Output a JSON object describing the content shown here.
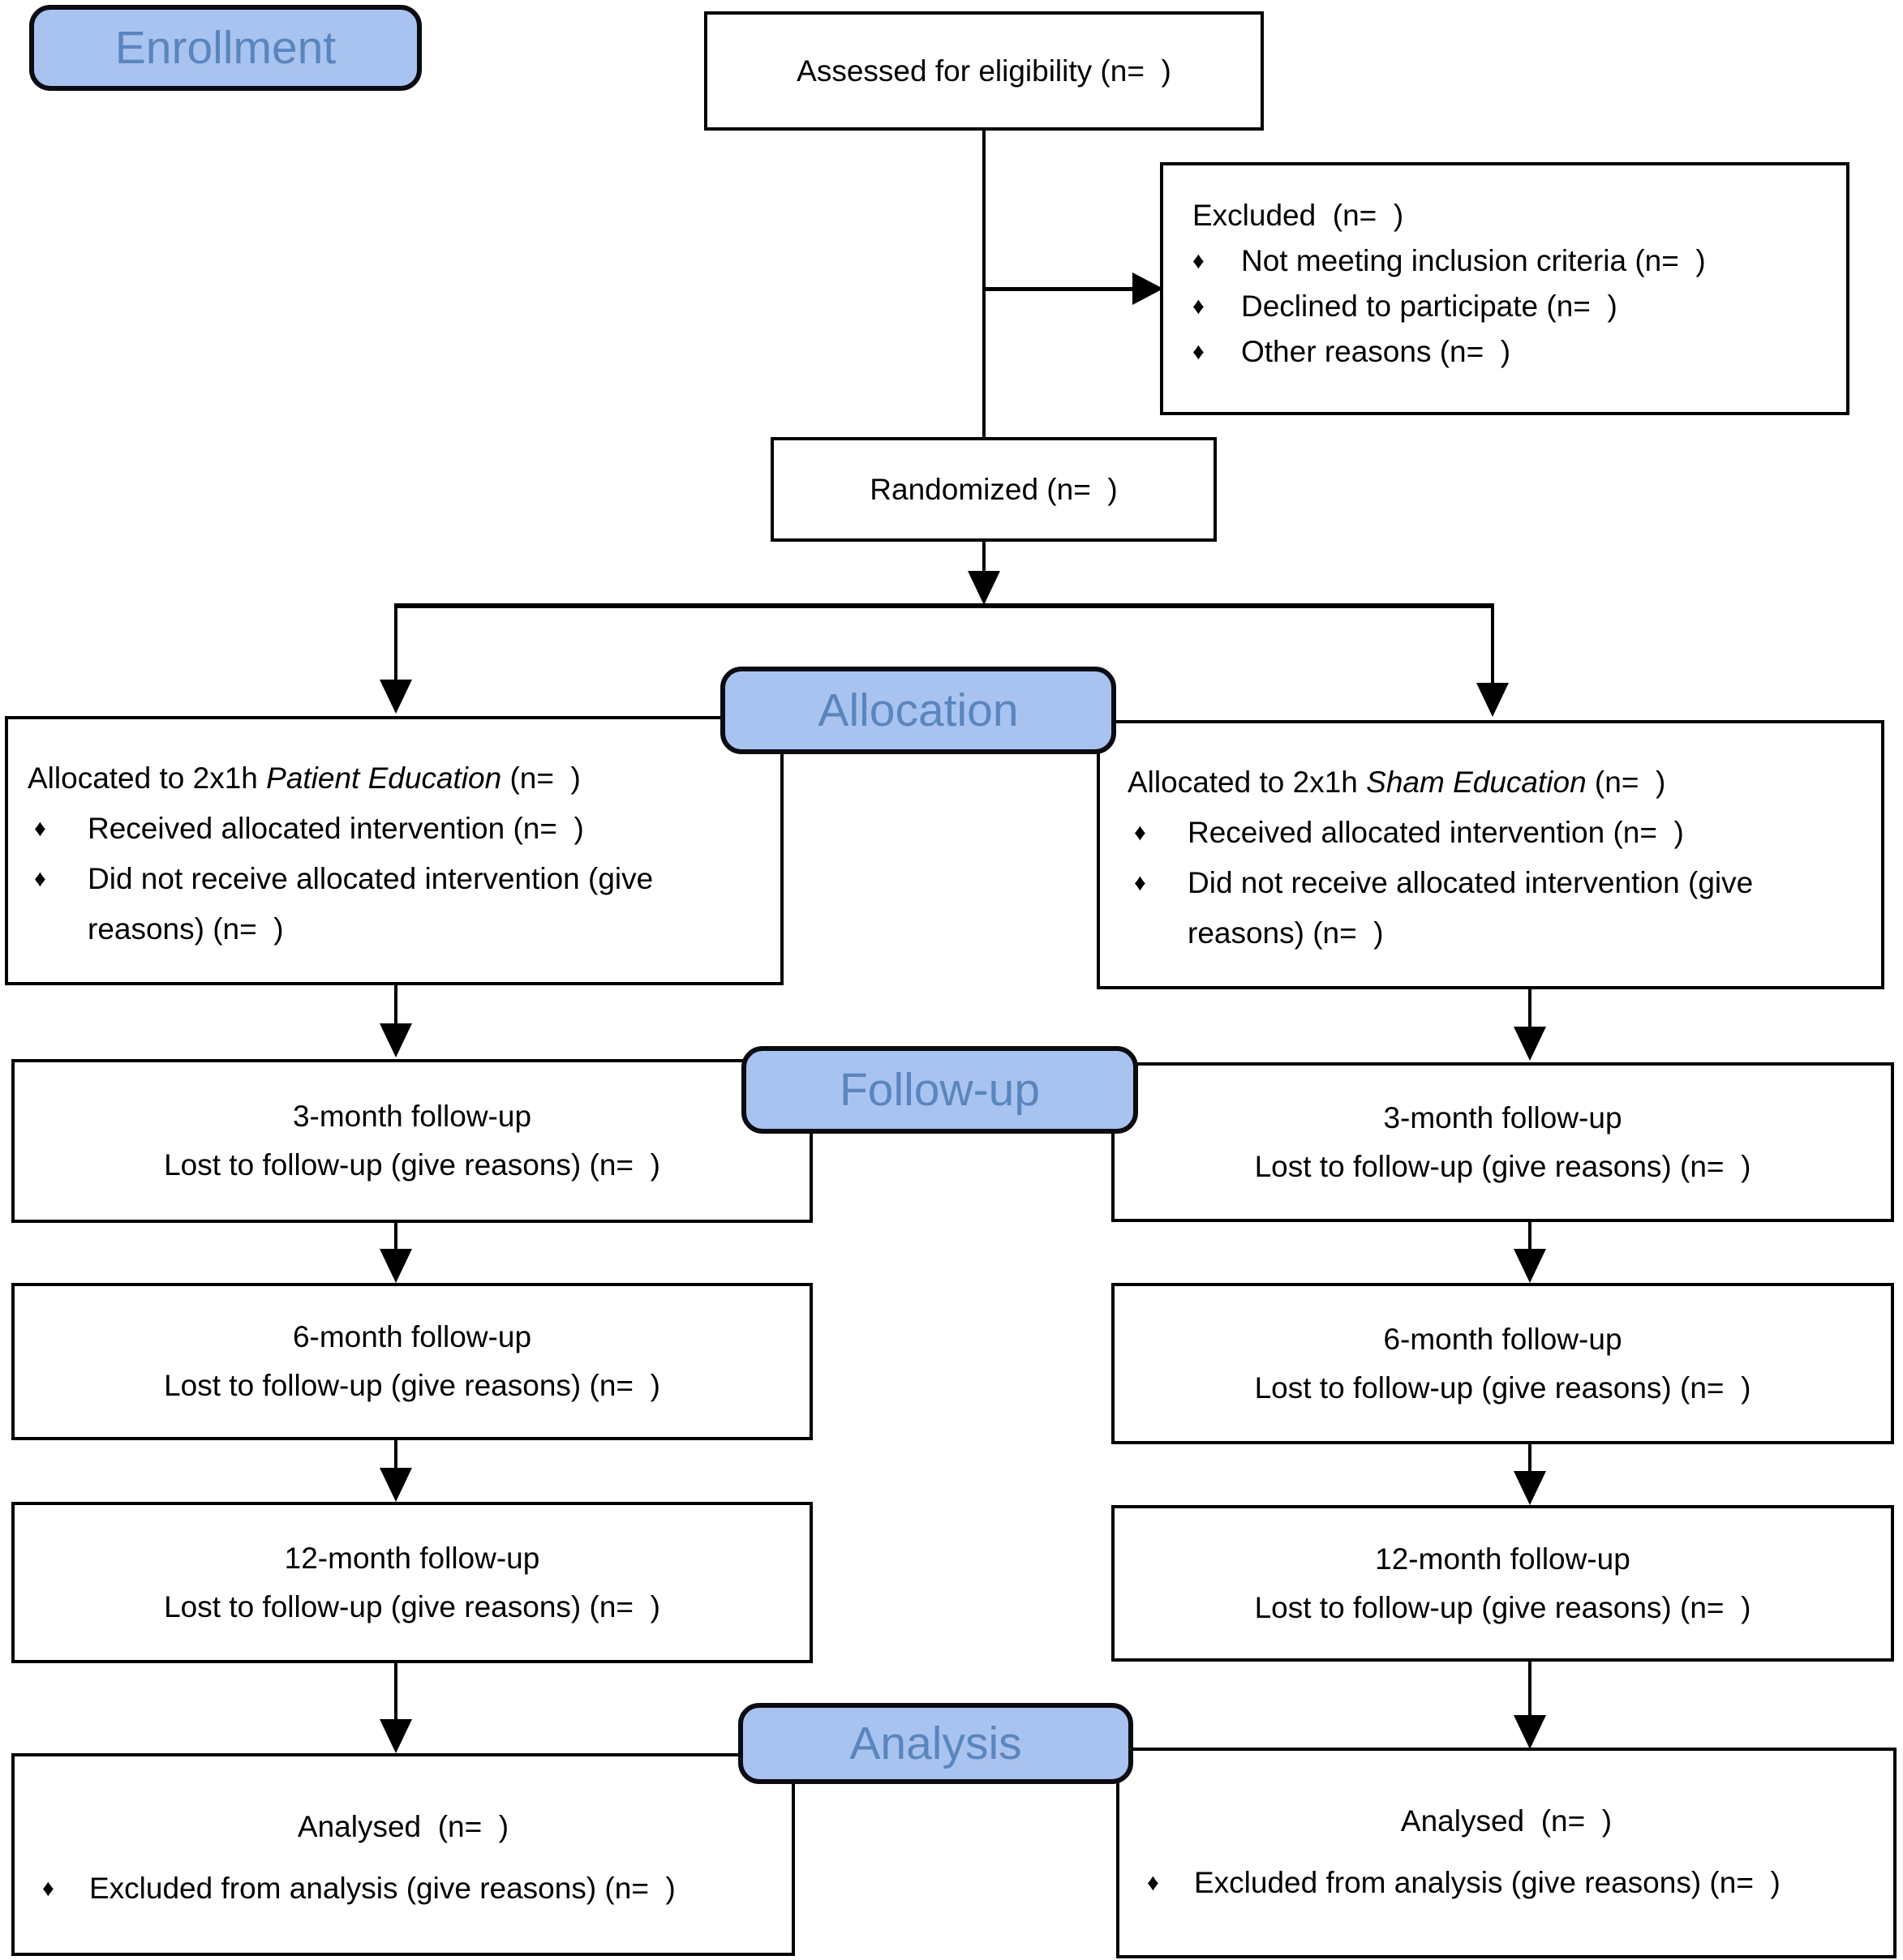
{
  "figure": {
    "kind": "CONSORT participant flow diagram",
    "stages": {
      "enrollment": "Enrollment",
      "allocation": "Allocation",
      "follow_up": "Follow-up",
      "analysis": "Analysis"
    }
  },
  "colors": {
    "stage_fill": "#a9c3f0",
    "stage_text": "#5a85bd",
    "stage_border": "#0b0b12",
    "box_border": "#000000",
    "box_fill": "#ffffff",
    "connector": "#000000"
  },
  "glyphs": {
    "bullet": "♦"
  },
  "boxes": {
    "assessed": {
      "text": "Assessed for eligibility (n=  )"
    },
    "excluded": {
      "title": "Excluded  (n=  )",
      "bullets": [
        "Not meeting inclusion criteria (n=  )",
        "Declined to participate (n=  )",
        "Other reasons (n=  )"
      ]
    },
    "randomized": {
      "text": "Randomized (n=  )"
    },
    "allocation_left": {
      "intro_prefix": "Allocated to 2x1h ",
      "intro_arm": "Patient Education",
      "intro_suffix": " (n=  )",
      "bullets": [
        "Received allocated intervention (n=  )",
        "Did not receive allocated intervention (give reasons) (n=  )"
      ]
    },
    "allocation_right": {
      "intro_prefix": "Allocated to 2x1h ",
      "intro_arm": "Sham Education",
      "intro_suffix": " (n=  )",
      "bullets": [
        "Received allocated intervention (n=  )",
        "Did not receive allocated intervention (give reasons) (n=  )"
      ]
    },
    "followup_left": [
      {
        "line1": "3-month follow-up",
        "line2": "Lost to follow-up (give reasons) (n=  )"
      },
      {
        "line1": "6-month follow-up",
        "line2": "Lost to follow-up (give reasons) (n=  )"
      },
      {
        "line1": "12-month follow-up",
        "line2": "Lost to follow-up (give reasons) (n=  )"
      }
    ],
    "followup_right": [
      {
        "line1": "3-month follow-up",
        "line2": "Lost to follow-up (give reasons) (n=  )"
      },
      {
        "line1": "6-month follow-up",
        "line2": "Lost to follow-up (give reasons) (n=  )"
      },
      {
        "line1": "12-month follow-up",
        "line2": "Lost to follow-up (give reasons) (n=  )"
      }
    ],
    "analysed_left": {
      "title": "Analysed  (n=  )",
      "bullet": "Excluded from analysis (give reasons) (n=  )"
    },
    "analysed_right": {
      "title": "Analysed  (n=  )",
      "bullet": "Excluded from analysis (give reasons) (n=  )"
    }
  }
}
